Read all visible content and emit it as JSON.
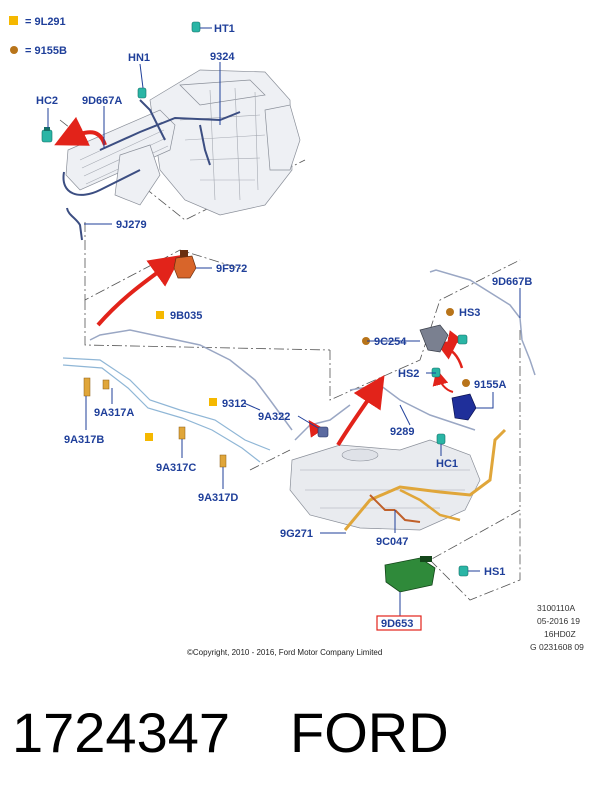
{
  "legend": {
    "items": [
      {
        "symbol": "square",
        "color": "#f5b800",
        "text": "= 9L291"
      },
      {
        "symbol": "dot",
        "color": "#b8741a",
        "text": "= 9155B"
      }
    ]
  },
  "callouts": {
    "ht1": "HT1",
    "hn1": "HN1",
    "c9324": "9324",
    "hc2": "HC2",
    "c9d667a": "9D667A",
    "c9j279": "9J279",
    "c9f972": "9F972",
    "c9d667b": "9D667B",
    "c9b035": "9B035",
    "hs3": "HS3",
    "c9c254": "9C254",
    "hs2": "HS2",
    "c9155a": "9155A",
    "c9312": "9312",
    "c9a317a": "9A317A",
    "c9a322": "9A322",
    "c9289": "9289",
    "c9a317b": "9A317B",
    "hc1": "HC1",
    "c9a317c": "9A317C",
    "c9a317d": "9A317D",
    "c9g271": "9G271",
    "c9c047": "9C047",
    "hs1": "HS1",
    "c9d653": "9D653"
  },
  "doc_codes": [
    "3100110A",
    "05-2016 19",
    "16HD0Z",
    "G 0231608 09"
  ],
  "copyright": "©Copyright, 2010 - 2016, Ford Motor Company Limited",
  "part_number": "1724347",
  "brand": "FORD",
  "colors": {
    "callout": "#1f3f9a",
    "arrow": "#e2231a",
    "connector": "#2ab5a5",
    "canister": "#2f8a3a",
    "solenoid": "#1f2f9a",
    "orange_part": "#d8652a",
    "fuel_line": "#e0a63a",
    "highlight_box": "#e2231a"
  }
}
